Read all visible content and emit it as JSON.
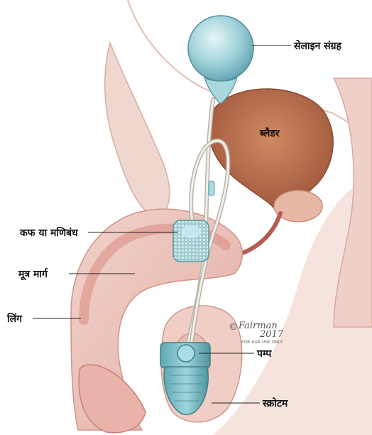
{
  "labels": {
    "saline_reservoir": "सेलाइन संग्रह",
    "bladder": "ब्लैडर",
    "cuff": "कफ या मणिबंध",
    "urethra": "मूत्र मार्ग",
    "penis": "लिंग",
    "pump": "पम्प",
    "scrotum": "स्क्रोटम"
  },
  "signature": {
    "copyright": "©",
    "artist": "Fairman",
    "year": "2017",
    "note": "FOR AUA USE ONLY"
  },
  "colors": {
    "skin_light": "#f3dcd6",
    "skin_mid": "#e7b9b0",
    "tissue_dark": "#c9746c",
    "bladder": "#c0714f",
    "device": "#7fc4cc",
    "device_dark": "#4e9aa6",
    "tube": "#e9e6e0"
  }
}
